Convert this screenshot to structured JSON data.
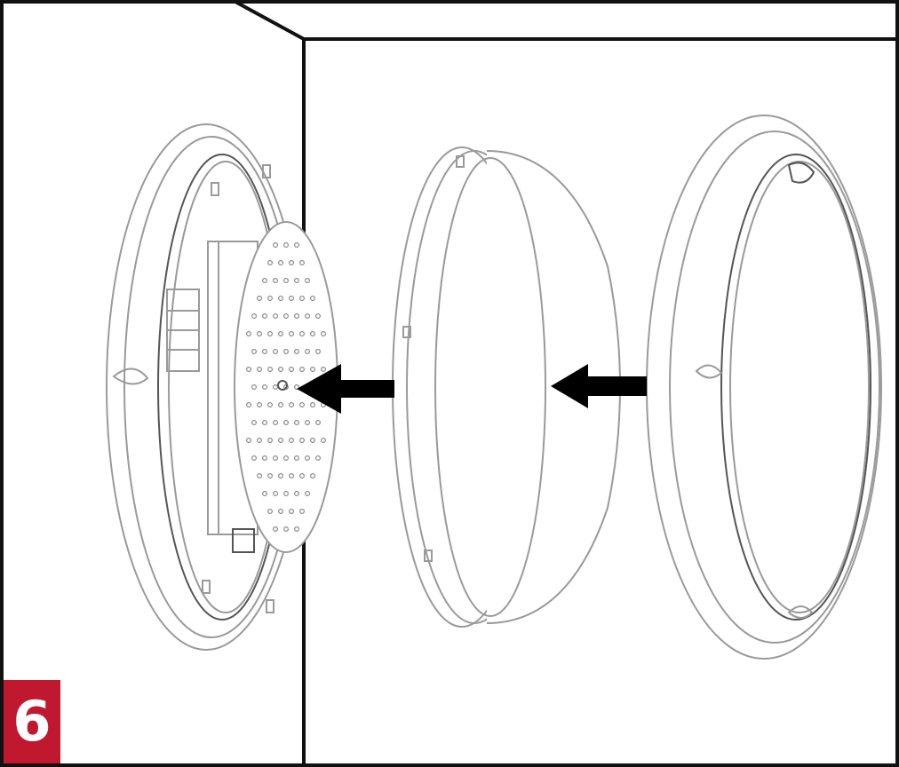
{
  "step": {
    "number": "6",
    "badge_color": "#c0182e"
  },
  "colors": {
    "frame": "#111111",
    "line": "#9a9a9a",
    "line_dark": "#555555",
    "arrow": "#000000",
    "background": "#ffffff"
  },
  "parts": [
    {
      "name": "base-housing",
      "icon": "base-housing-icon"
    },
    {
      "name": "led-panel",
      "icon": "led-panel-icon"
    },
    {
      "name": "diffuser-cover",
      "icon": "diffuser-cover-icon"
    },
    {
      "name": "trim-ring",
      "icon": "trim-ring-icon"
    }
  ],
  "arrows": [
    {
      "name": "arrow-diffuser-to-base",
      "direction": "left"
    },
    {
      "name": "arrow-ring-to-diffuser",
      "direction": "left"
    }
  ]
}
